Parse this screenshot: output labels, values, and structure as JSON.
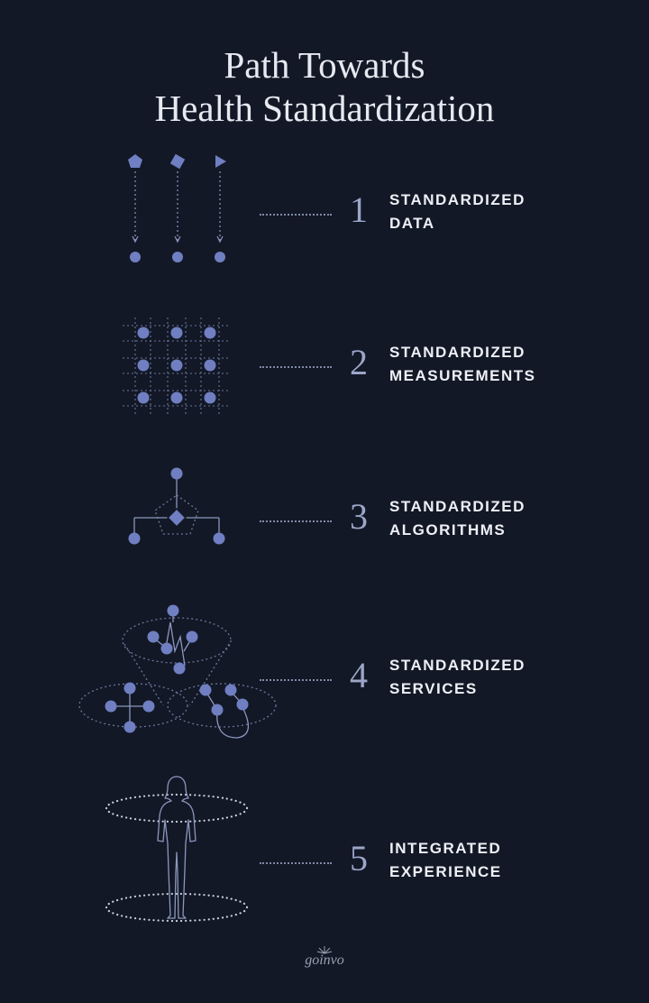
{
  "title": {
    "line1": "Path Towards",
    "line2": "Health Standardization"
  },
  "steps": [
    {
      "number": "1",
      "line1": "STANDARDIZED",
      "line2": "DATA"
    },
    {
      "number": "2",
      "line1": "STANDARDIZED",
      "line2": "MEASUREMENTS"
    },
    {
      "number": "3",
      "line1": "STANDARDIZED",
      "line2": "ALGORITHMS"
    },
    {
      "number": "4",
      "line1": "STANDARDIZED",
      "line2": "SERVICES"
    },
    {
      "number": "5",
      "line1": "INTEGRATED",
      "line2": "EXPERIENCE"
    }
  ],
  "logo": {
    "text": "goinvo"
  },
  "colors": {
    "background": "#131826",
    "node": "#6f7fc2",
    "line": "#8b97bf",
    "text": "#eef0f6"
  }
}
